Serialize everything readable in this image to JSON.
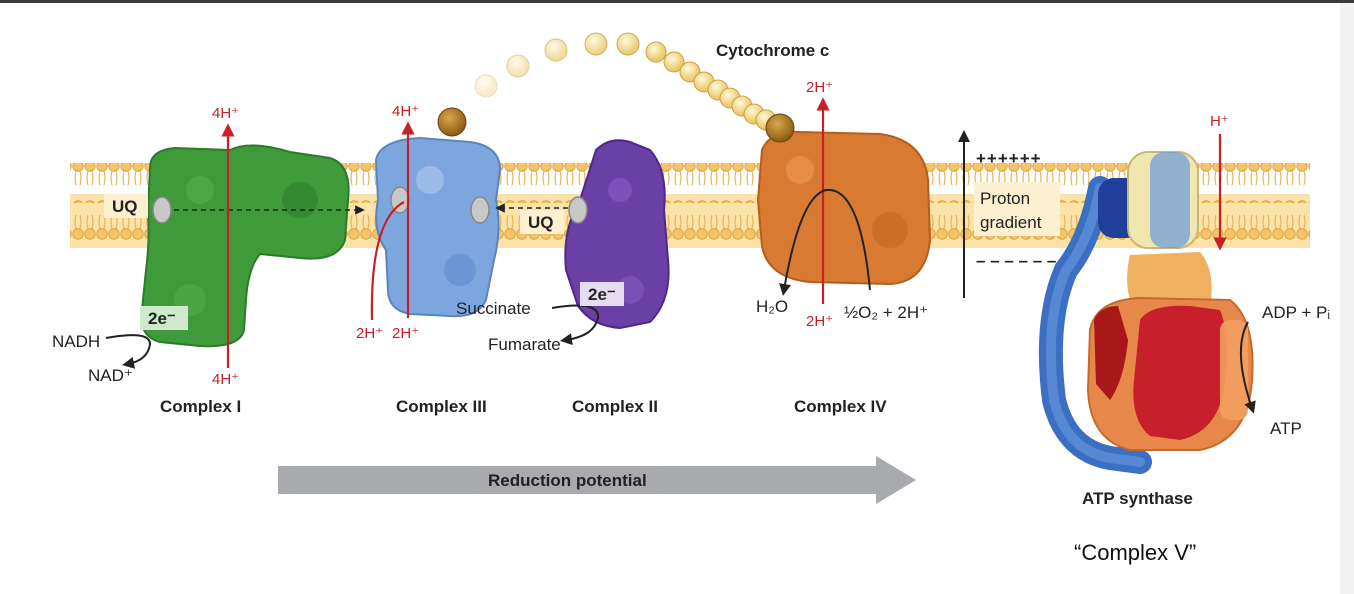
{
  "labels": {
    "cytochrome_c": "Cytochrome c",
    "complex_i": "Complex I",
    "complex_iii": "Complex III",
    "complex_ii": "Complex II",
    "complex_iv": "Complex IV",
    "atp_synthase": "ATP synthase",
    "complex_v": "“Complex V”",
    "reduction_potential": "Reduction potential",
    "uq_1": "UQ",
    "uq_2": "UQ",
    "two_e_1": "2e⁻",
    "two_e_2": "2e⁻",
    "nadh": "NADH",
    "nad_plus": "NAD⁺",
    "succinate": "Succinate",
    "fumarate": "Fumarate",
    "h2o": "H₂O",
    "o2_reaction": "½O₂ + 2H⁺",
    "adp_pi": "ADP + Pᵢ",
    "atp": "ATP",
    "proton_gradient_1": "Proton",
    "proton_gradient_2": "gradient",
    "plus_signs": "++++++",
    "minus_signs": "– – – – – –",
    "h_4_top_i": "4H⁺",
    "h_4_bottom_i": "4H⁺",
    "h_4_top_iii": "4H⁺",
    "h_2_iii_a": "2H⁺",
    "h_2_iii_b": "2H⁺",
    "h_2_top_iv": "2H⁺",
    "h_2_bottom_iv": "2H⁺",
    "h_atp": "H⁺"
  },
  "colors": {
    "complex_i": "#3f9a3a",
    "complex_iii": "#7ea6de",
    "complex_ii": "#6a3fa6",
    "complex_iv": "#d97a32",
    "membrane": "#f5c46a",
    "proton_arrow": "#c8202a",
    "cytochrome_bead": "#f5d880",
    "cytochrome_end": "#b8862a",
    "atp_blue": "#3a6fc4",
    "atp_orange": "#e8874a",
    "atp_red": "#c8202a",
    "atp_cream": "#f2e6b0",
    "reduction_arrow": "#a8aaad"
  }
}
